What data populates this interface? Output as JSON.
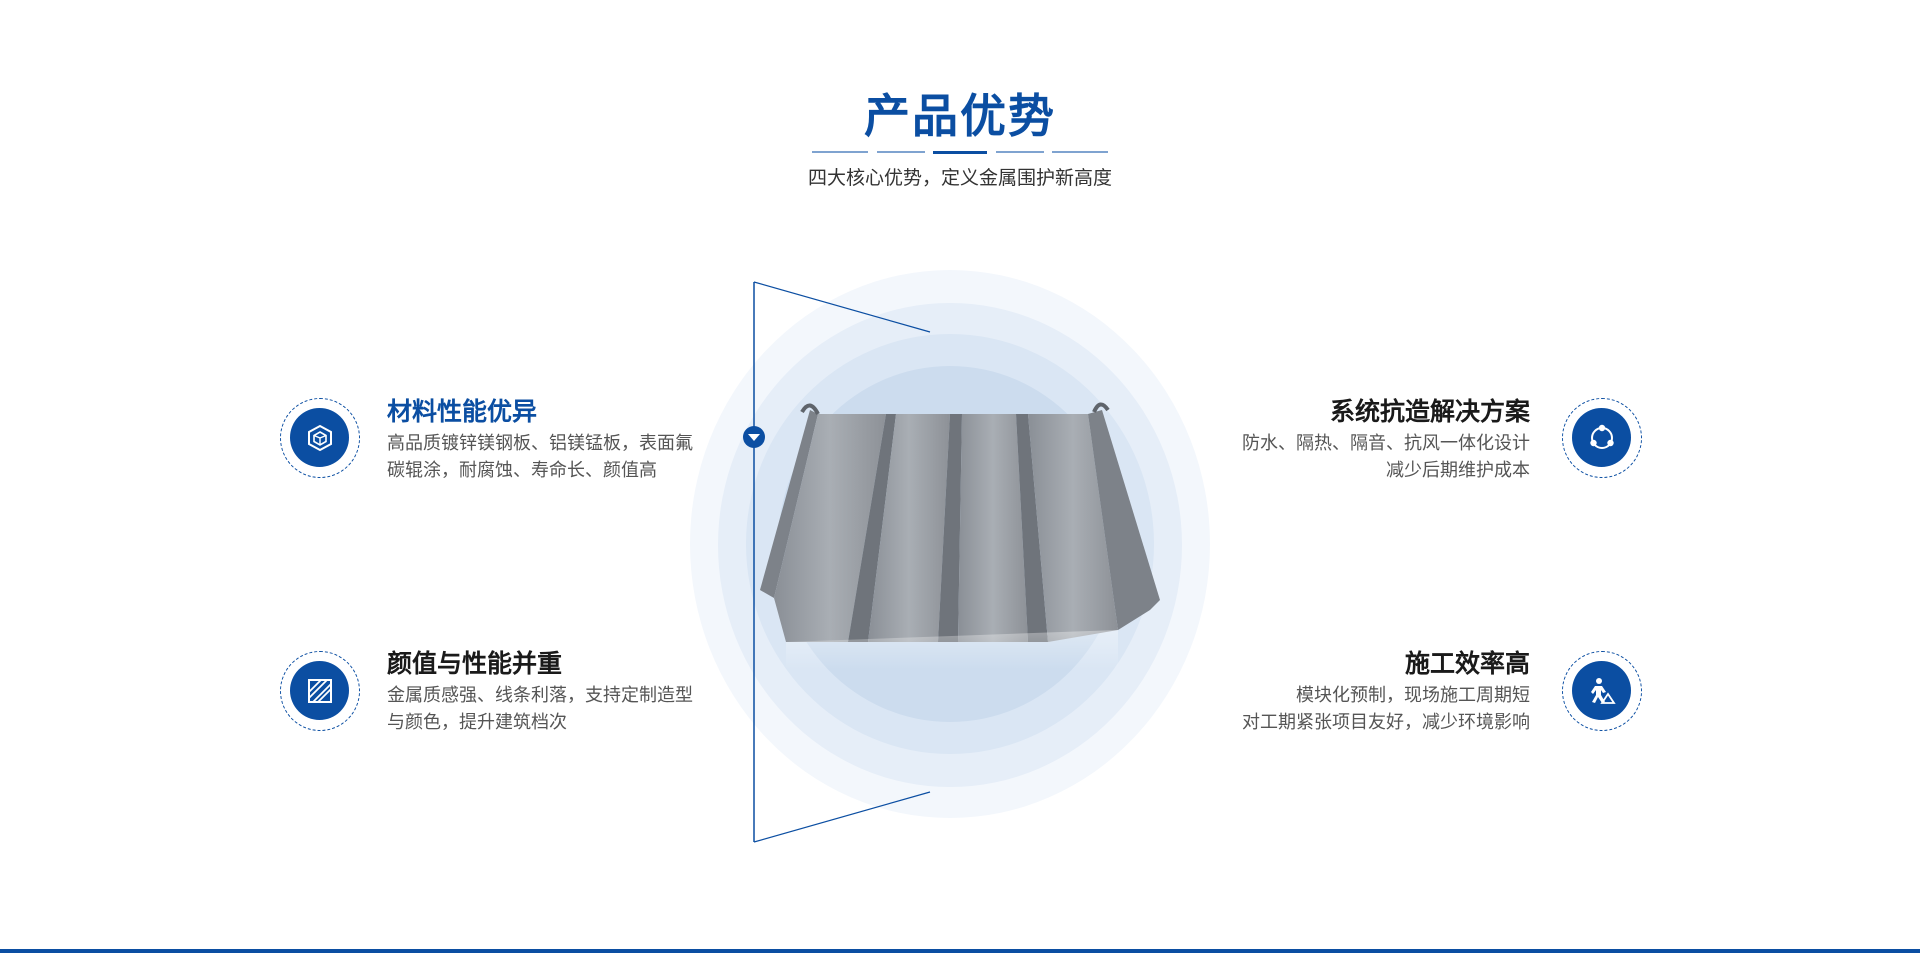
{
  "header": {
    "title": "产品优势",
    "subtitle": "四大核心优势，定义金属围护新高度"
  },
  "features": [
    {
      "title": "材料性能优异",
      "desc_line1": "高品质镀锌镁钢板、铝镁锰板，表面氟",
      "desc_line2": "碳辊涂，耐腐蚀、寿命长、颜值高",
      "icon": "cube-icon"
    },
    {
      "title": "颜值与性能并重",
      "desc_line1": "金属质感强、线条利落，支持定制造型",
      "desc_line2": "与颜色，提升建筑档次",
      "icon": "panel-icon"
    },
    {
      "title": "系统抗造解决方案",
      "desc_line1": "防水、隔热、隔音、抗风一体化设计",
      "desc_line2": "减少后期维护成本",
      "icon": "cycle-icon"
    },
    {
      "title": "施工效率高",
      "desc_line1": "模块化预制，现场施工周期短",
      "desc_line2": "对工期紧张项目友好，减少环境影响",
      "icon": "worker-icon"
    }
  ],
  "colors": {
    "brand": "#0b4ea2",
    "title_text": "#1a1a1a",
    "desc_text": "#555555",
    "halo": "#dae6f4"
  }
}
